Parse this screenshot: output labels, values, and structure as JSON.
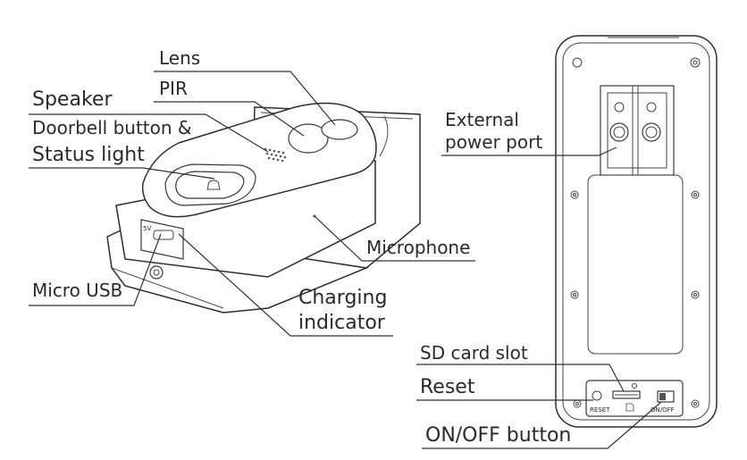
{
  "labels": {
    "lens": "Lens",
    "pir": "PIR",
    "speaker": "Speaker",
    "doorbell_button_line1": "Doorbell button &",
    "doorbell_button_line2": "Status light",
    "microphone": "Microphone",
    "micro_usb": "Micro USB",
    "charging_line1": "Charging",
    "charging_line2": "indicator",
    "external_power_line1": "External",
    "external_power_line2": "power port",
    "sd_card_slot": "SD card slot",
    "reset": "Reset",
    "on_off_button": "ON/OFF button"
  },
  "device_markings": {
    "usb_voltage": "5V",
    "reset_small": "RESET",
    "on_off_small": "ON/OFF"
  },
  "icons": {
    "bell": "bell-icon",
    "sd": "sd-card-icon"
  },
  "colors": {
    "line": "#333333",
    "background": "#ffffff"
  }
}
